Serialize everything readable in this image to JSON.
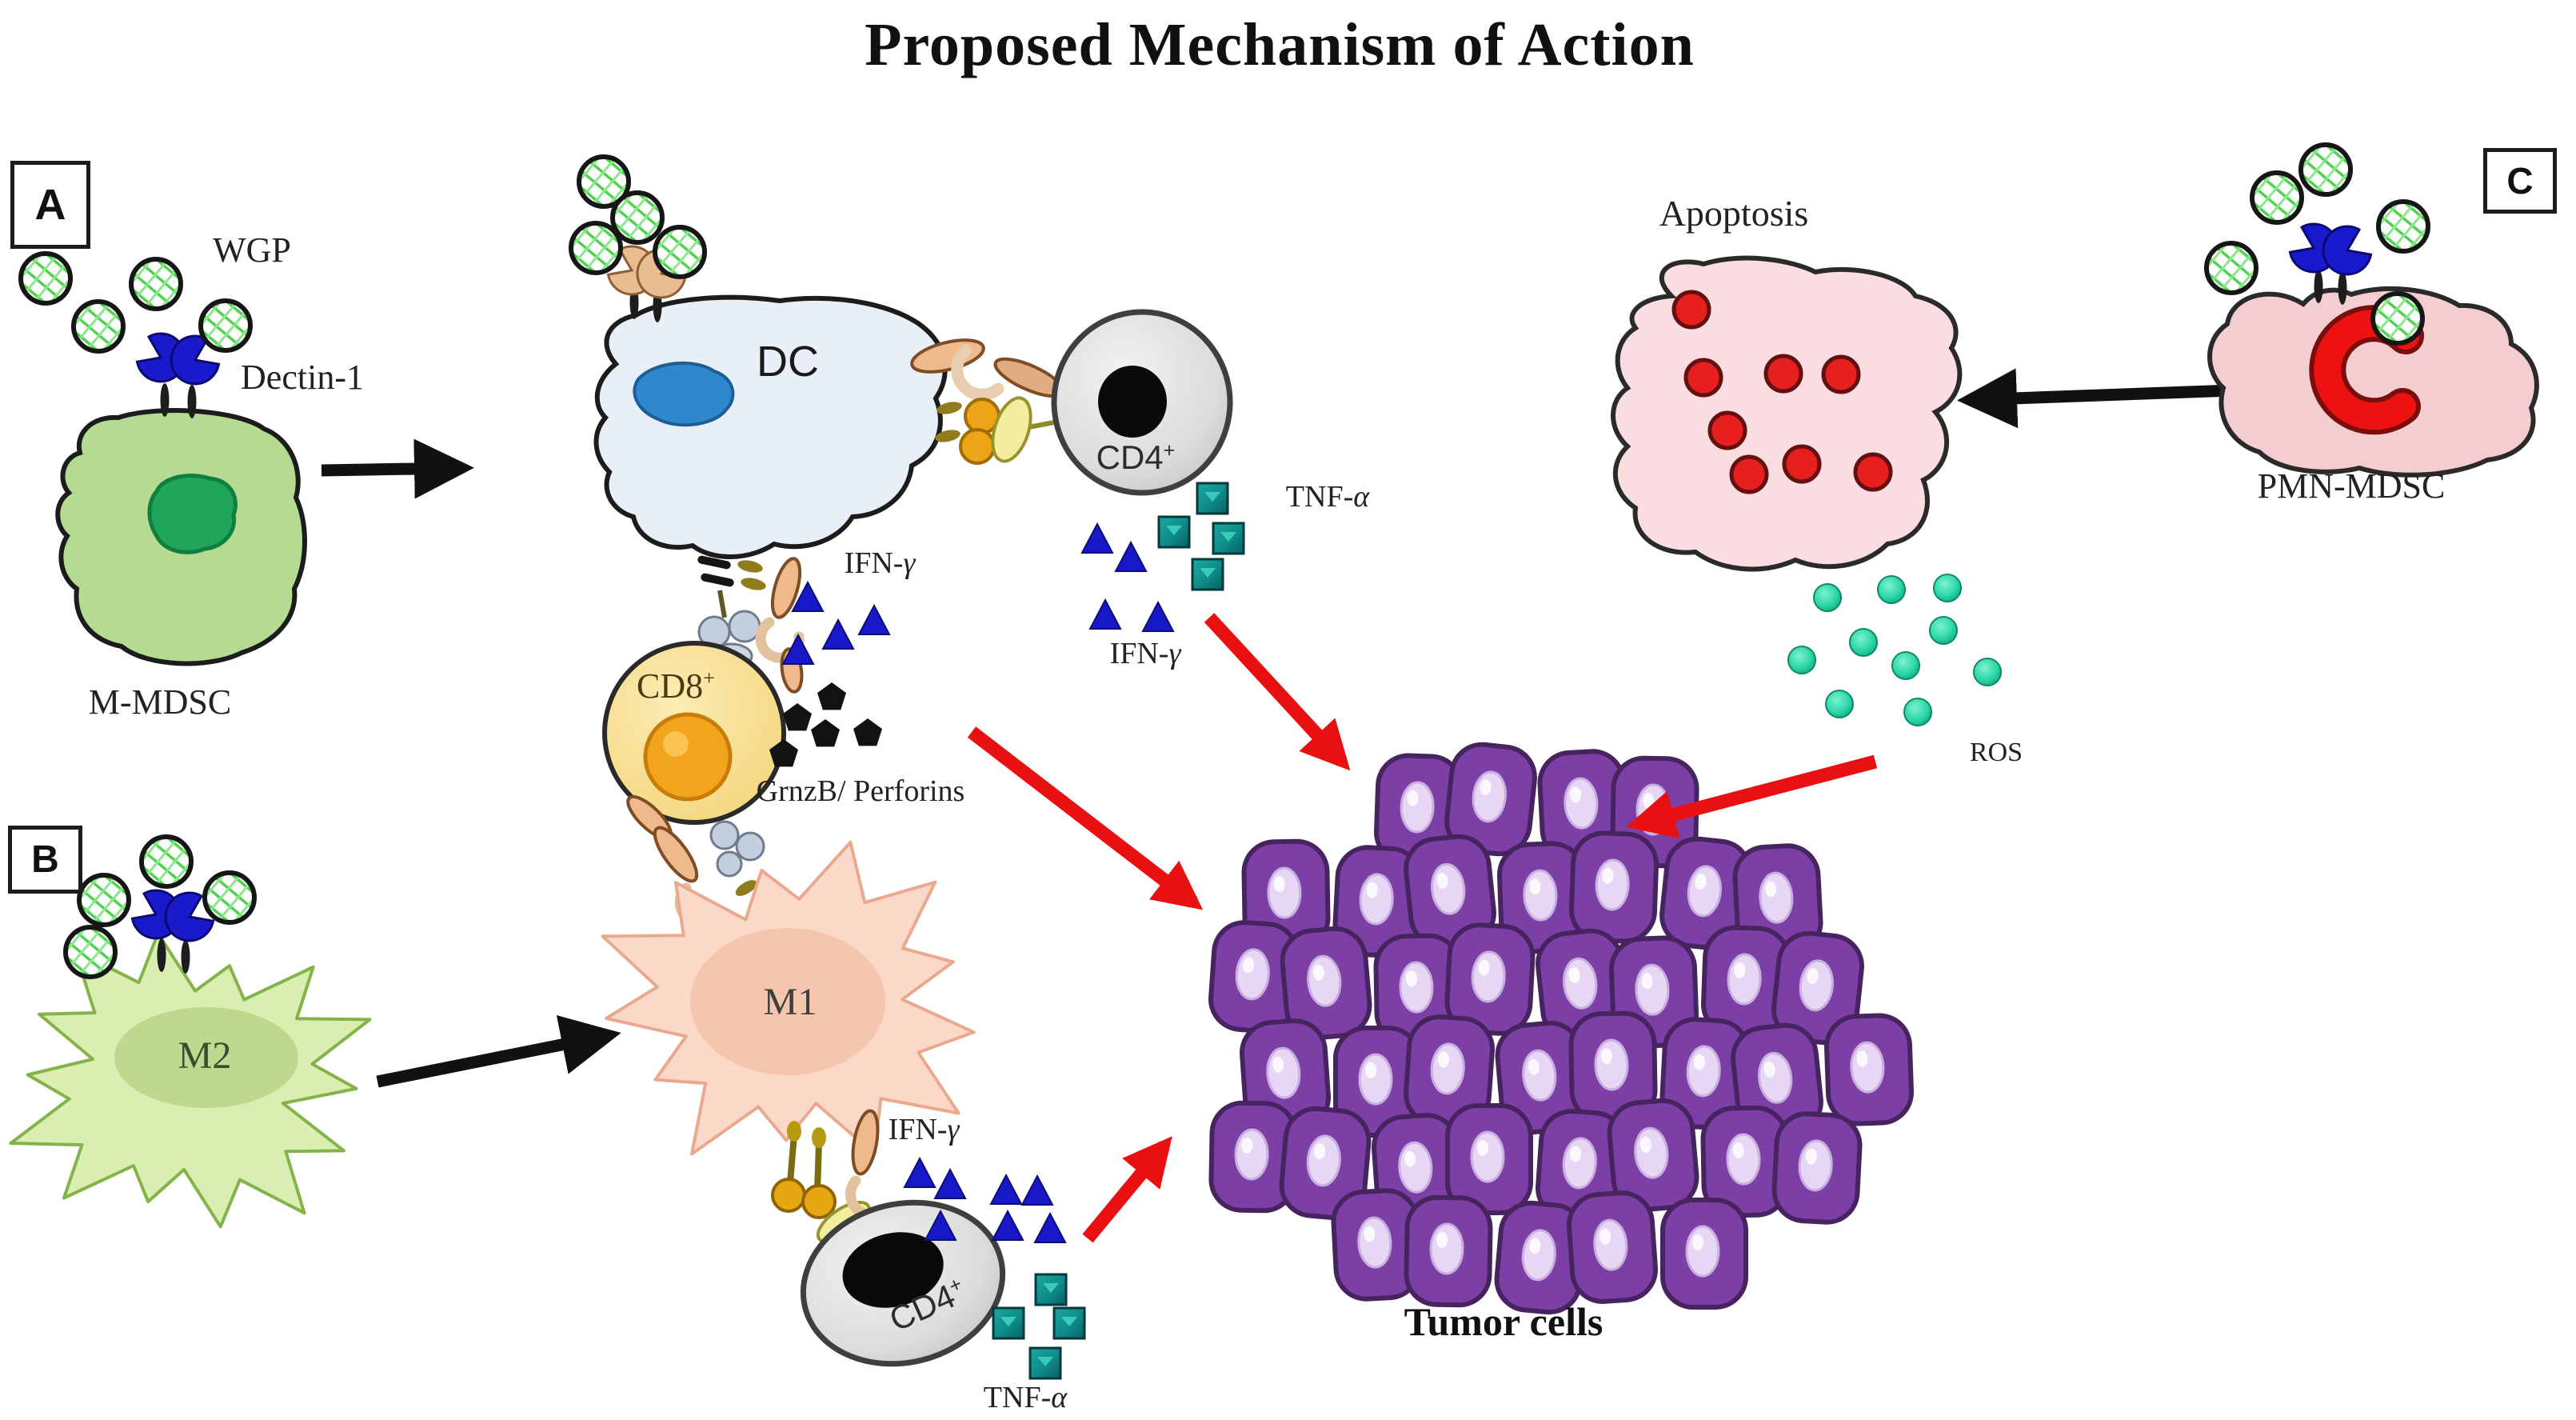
{
  "title": "Proposed Mechanism of Action",
  "panel_labels": {
    "a": "A",
    "b": "B",
    "c": "C"
  },
  "labels": {
    "wgp": "WGP",
    "dectin1": "Dectin-1",
    "m_mdsc": "M-MDSC",
    "dc": "DC",
    "cd4_base": "CD4",
    "cd4_sup": "+",
    "cd8_base": "CD8",
    "cd8_sup": "+",
    "tnf_prefix": "TNF-",
    "tnf_alpha": "α",
    "ifn_prefix": "IFN-",
    "ifn_gamma": "γ",
    "grnzb_perforins": "GrnzB/ Perforins",
    "m2": "M2",
    "m1": "M1",
    "apoptosis": "Apoptosis",
    "pmn_mdsc": "PMN-MDSC",
    "ros": "ROS",
    "tumor_cells": "Tumor cells"
  },
  "cells": [
    {
      "name": "M-MDSC",
      "color": "#b5da92",
      "nucleus": "#1fa65a"
    },
    {
      "name": "DC dendritic cell",
      "color": "#e9eff8",
      "nucleus": "#2f87cc"
    },
    {
      "name": "CD4+ T cell",
      "color": "#d9d9d9",
      "nucleus": "#0a0a0a"
    },
    {
      "name": "CD8+ T cell",
      "color": "#f7db86",
      "nucleus": "#f2a51c"
    },
    {
      "name": "M2 macrophage",
      "color": "#d9eeb0",
      "nucleus": "#bcd98e"
    },
    {
      "name": "M1 macrophage",
      "color": "#fbd9c9",
      "nucleus": "#f6c5ae"
    },
    {
      "name": "PMN-MDSC",
      "color": "#f3cdd0",
      "nucleus": "#ee1111"
    },
    {
      "name": "Apoptotic tumor cell",
      "color": "#f9dde0",
      "bodies": "#e71f1f"
    },
    {
      "name": "Tumor cell",
      "color": "#7b3fa5",
      "nucleus": "#e8d6f5"
    }
  ],
  "molecules": {
    "wgp_particle": {
      "icon": "hatched-circle",
      "color": "#4ed24e",
      "counts": {
        "panel_a": 4,
        "dc": 4,
        "panel_b": 4,
        "panel_c": 5
      }
    },
    "dectin1_receptor": {
      "icon": "pacman-pair-receptor",
      "color_mdsc": "#1a1acd",
      "color_dc": "#e9bc92"
    },
    "ifn_gamma": {
      "icon": "triangle",
      "color": "#1718c8",
      "counts": {
        "dc_cd8_cluster": 4,
        "cd4_top_cluster": 4,
        "cd4_bottom_cluster": 7
      }
    },
    "tnf_alpha": {
      "icon": "square",
      "color": "#0f8b8b",
      "counts": {
        "cd4_top_cluster": 4,
        "cd4_bottom_cluster": 4
      }
    },
    "grnzb_perforins": {
      "icon": "pentagon",
      "color": "#111111",
      "count": 5
    },
    "ros": {
      "icon": "sphere",
      "color": "#2bd6a8",
      "count": 10
    },
    "apoptotic_bodies": {
      "icon": "circle",
      "color": "#e71f1f",
      "count": 8
    },
    "tumor_cluster": {
      "icon": "rounded-cell",
      "color": "#7b3fa5",
      "approx_count": 38
    }
  },
  "arrows": {
    "activation_color": "#111111",
    "attack_color": "#e81010"
  }
}
